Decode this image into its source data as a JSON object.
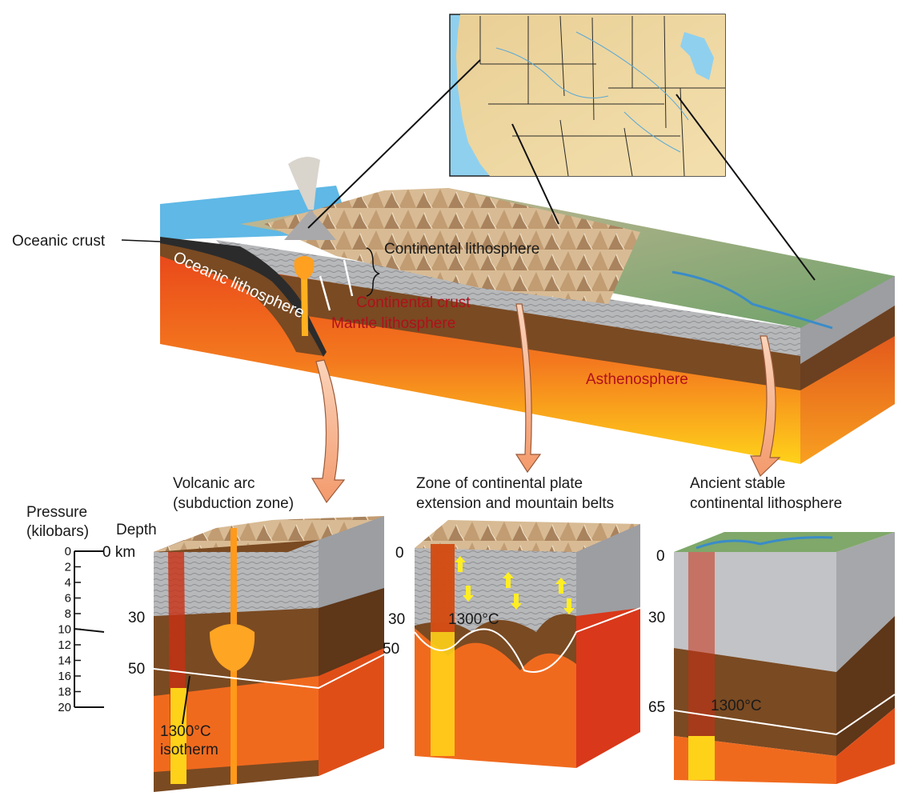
{
  "labels": {
    "oceanic_crust": "Oceanic crust",
    "oceanic_lithosphere": "Oceanic lithosphere",
    "continental_lithosphere": "Continental lithosphere",
    "continental_crust": "Continental crust",
    "mantle_lithosphere": "Mantle lithosphere",
    "asthenosphere": "Asthenosphere"
  },
  "panels": {
    "arc": {
      "title_line1": "Volcanic arc",
      "title_line2": "(subduction zone)"
    },
    "extension": {
      "title_line1": "Zone of continental plate",
      "title_line2": "extension and mountain belts"
    },
    "stable": {
      "title_line1": "Ancient stable",
      "title_line2": "continental lithosphere"
    }
  },
  "pressure_scale": {
    "title_line1": "Pressure",
    "title_line2": "(kilobars)",
    "ticks": [
      "0",
      "2",
      "4",
      "6",
      "8",
      "10",
      "12",
      "14",
      "16",
      "18",
      "20"
    ]
  },
  "depth": {
    "title": "Depth",
    "arc": [
      "0 km",
      "30",
      "50"
    ],
    "extension": [
      "0",
      "30",
      "50"
    ],
    "stable": [
      "0",
      "30",
      "65"
    ]
  },
  "isotherm": {
    "arc_line1": "1300°C",
    "arc_line2": "isotherm",
    "extension": "1300°C",
    "stable": "1300°C"
  },
  "colors": {
    "crust_gray": "#b9b9bb",
    "mantle_lith_brown": "#7a4a22",
    "asthenosphere_orange": "#f06a1e",
    "magma_yellow": "#ffd21a",
    "ocean_blue": "#5fb8e6",
    "arrow_fill": "#f6b08c",
    "label_red": "#b0101a"
  }
}
